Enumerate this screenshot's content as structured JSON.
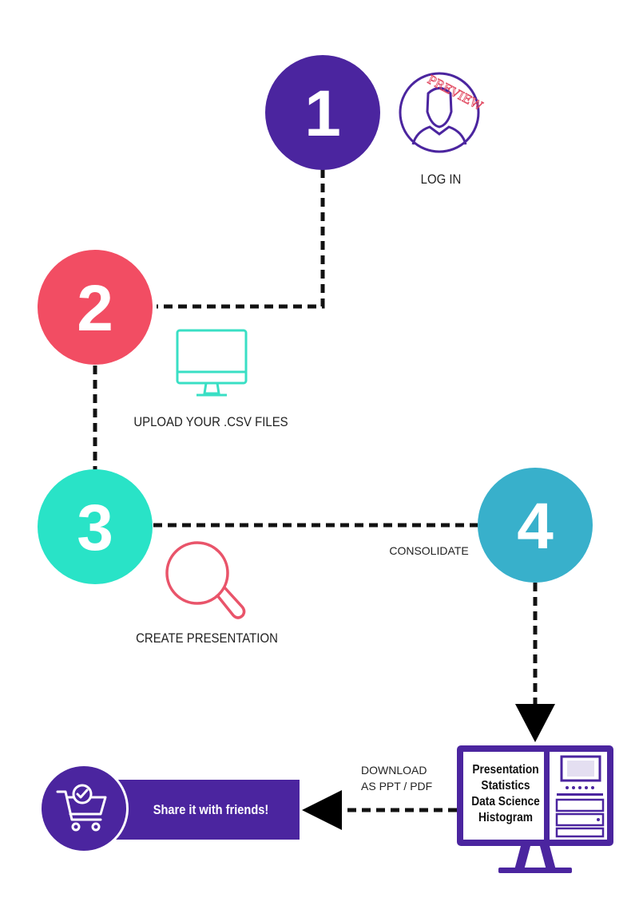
{
  "colors": {
    "step1": "#4b259f",
    "step2": "#f24d63",
    "step3": "#29e3c7",
    "step4": "#38b0cb",
    "purple": "#4b259f",
    "red_icon": "#e9546a",
    "teal_icon": "#39dfc4",
    "line": "#111111"
  },
  "steps": [
    {
      "number": "1",
      "label": "LOG IN",
      "icon": "user-avatar-icon"
    },
    {
      "number": "2",
      "label": "UPLOAD YOUR .CSV FILES",
      "icon": "monitor-icon"
    },
    {
      "number": "3",
      "label": "CREATE PRESENTATION",
      "icon": "magnifier-icon"
    },
    {
      "number": "4",
      "label": "",
      "icon": ""
    }
  ],
  "stamp_text": "PREVIEW",
  "connector_labels": {
    "consolidate": "CONSOLIDATE",
    "download_line1": "DOWNLOAD",
    "download_line2": "AS PPT / PDF"
  },
  "computer_screen_lines": [
    "Presentation",
    "Statistics",
    "Data Science",
    "Histogram"
  ],
  "share_banner": {
    "text": "Share it with friends!",
    "icon": "shopping-cart-check-icon"
  }
}
